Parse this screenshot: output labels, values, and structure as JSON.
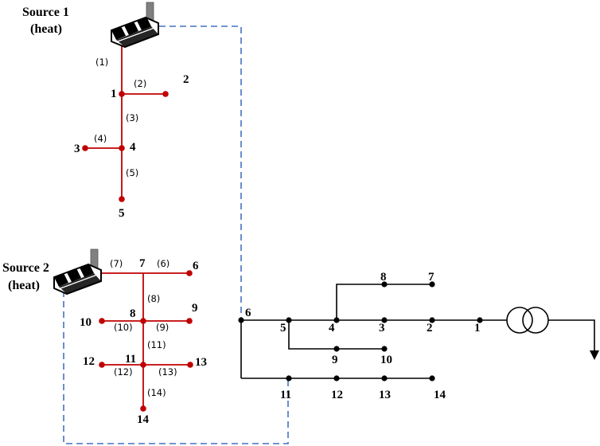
{
  "heat_network": {
    "source1": {
      "title": "Source 1",
      "subtitle": "(heat)"
    },
    "source2": {
      "title": "Source 2",
      "subtitle": "(heat)"
    },
    "net1_nodes": [
      "1",
      "2",
      "3",
      "4",
      "5"
    ],
    "net1_pipes": [
      "(1)",
      "(2)",
      "(3)",
      "(4)",
      "(5)"
    ],
    "net2_nodes": [
      "6",
      "7",
      "8",
      "9",
      "10",
      "11",
      "12",
      "13",
      "14"
    ],
    "net2_pipes": [
      "(6)",
      "(7)",
      "(8)",
      "(9)",
      "(10)",
      "(11)",
      "(12)",
      "(13)",
      "(14)"
    ]
  },
  "power_network": {
    "buses": [
      "1",
      "2",
      "3",
      "4",
      "5",
      "6",
      "7",
      "8",
      "9",
      "10",
      "11",
      "12",
      "13",
      "14"
    ]
  },
  "colors": {
    "heat_line": "#c00000",
    "power_line": "#000000",
    "coupling_dash": "#4472c4",
    "smoke_stack": "#808080"
  }
}
